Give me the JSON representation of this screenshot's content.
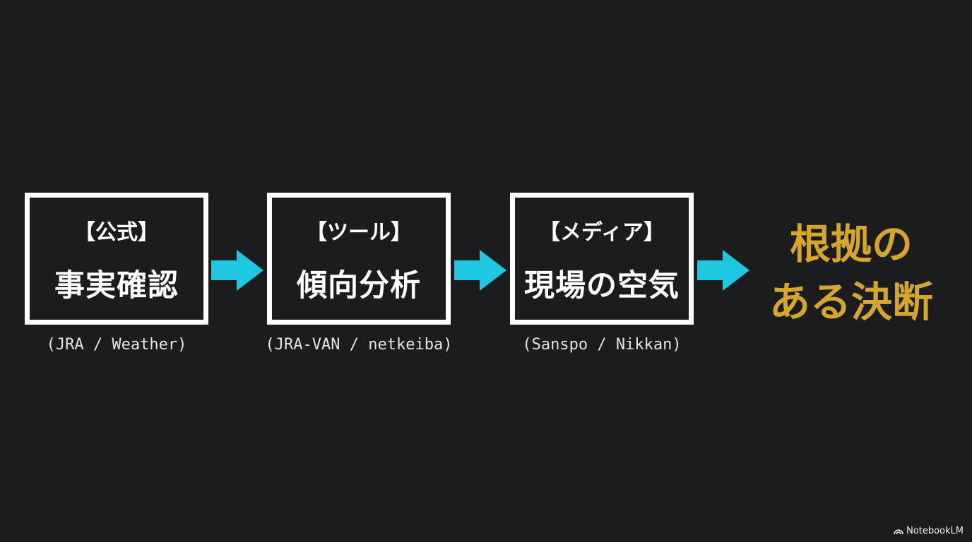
{
  "steps": [
    {
      "label": "【公式】",
      "title": "事実確認",
      "caption": "(JRA / Weather)"
    },
    {
      "label": "【ツール】",
      "title": "傾向分析",
      "caption": "(JRA-VAN / netkeiba)"
    },
    {
      "label": "【メディア】",
      "title": "現場の空気",
      "caption": "(Sanspo / Nikkan)"
    }
  ],
  "result": {
    "line1": "根拠の",
    "line2": "ある決断"
  },
  "watermark": "NotebookLM",
  "colors": {
    "arrow": "#1ec8e0",
    "result": "#d4a62c",
    "background": "#1b1c1d"
  }
}
